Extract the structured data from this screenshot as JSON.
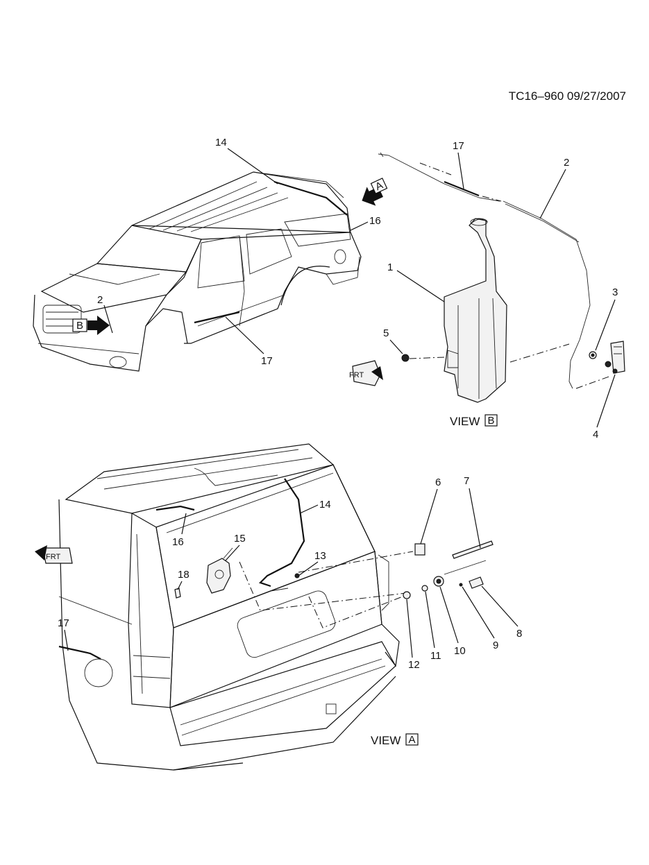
{
  "header": {
    "code": "TC16–960 09/27/2007"
  },
  "views": {
    "view_a": "VIEW",
    "view_a_letter": "A",
    "view_b": "VIEW",
    "view_b_letter": "B"
  },
  "markers": {
    "a": "A",
    "b": "B"
  },
  "callouts": {
    "top": {
      "c14": "14",
      "c16": "16",
      "c2": "2",
      "c17": "17"
    },
    "view_b": {
      "c17": "17",
      "c2": "2",
      "c1": "1",
      "c3": "3",
      "c5": "5",
      "c4": "4"
    },
    "view_a": {
      "c6": "6",
      "c7": "7",
      "c14": "14",
      "c15": "15",
      "c13": "13",
      "c16": "16",
      "c18": "18",
      "c17": "17",
      "c12": "12",
      "c11": "11",
      "c10": "10",
      "c9": "9",
      "c8": "8"
    }
  },
  "icons": [
    "front-direction-icon",
    "front-direction-icon-rear-view",
    "view-a-arrow-icon",
    "view-b-arrow-icon"
  ]
}
